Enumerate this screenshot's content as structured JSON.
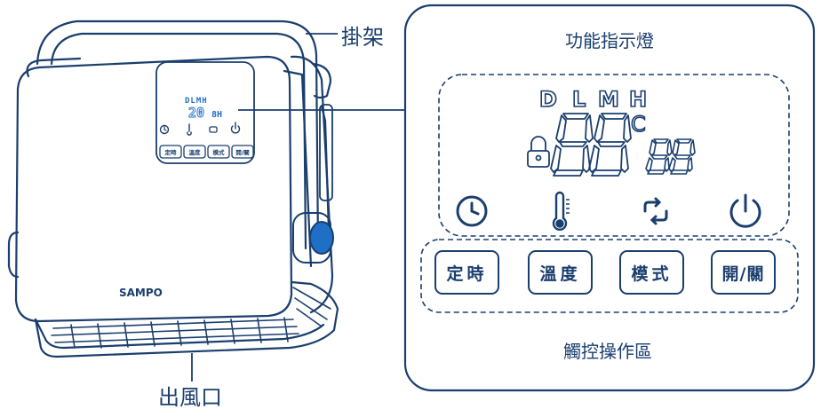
{
  "labels": {
    "hanger": "掛架",
    "air_outlet": "出風口",
    "indicator_lights": "功能指示燈",
    "touch_area": "觸控操作區",
    "brand": "SAMPO"
  },
  "display": {
    "modes": [
      "D",
      "L",
      "M",
      "H"
    ],
    "unit": "C",
    "small_modes": "DLMH",
    "small_digits": "20",
    "small_hours": "8H"
  },
  "buttons": [
    {
      "id": "timer",
      "label": "定時"
    },
    {
      "id": "temp",
      "label": "溫度"
    },
    {
      "id": "mode",
      "label": "模式"
    },
    {
      "id": "power",
      "label": "開/關"
    }
  ],
  "small_buttons": [
    "定時",
    "溫度",
    "模式",
    "開/關"
  ],
  "colors": {
    "line": "#1a3e6e",
    "accent": "#1f6fc6",
    "bg": "#ffffff"
  }
}
